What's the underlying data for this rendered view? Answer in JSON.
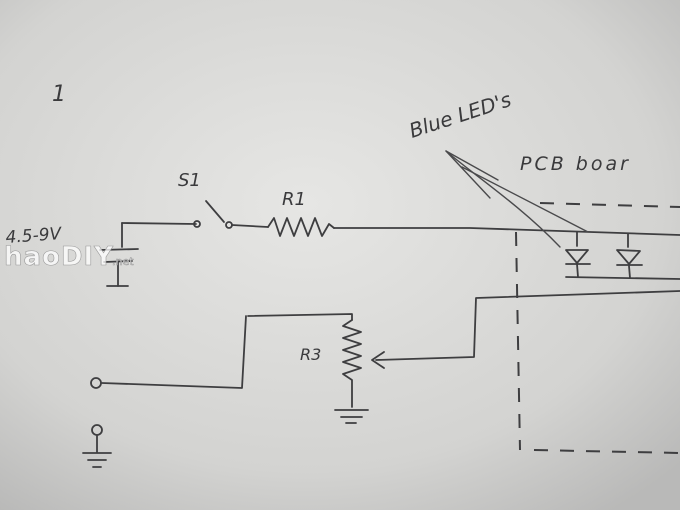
{
  "page_mark": "1",
  "labels": {
    "supply": "4.5-9V",
    "switch": "S1",
    "resistor_r1": "R1",
    "potentiometer": "R3",
    "leds_note": "Blue LED's",
    "board_note": "PCB boar"
  },
  "watermark": {
    "brand": "haoDIY",
    "suffix": ".net"
  }
}
